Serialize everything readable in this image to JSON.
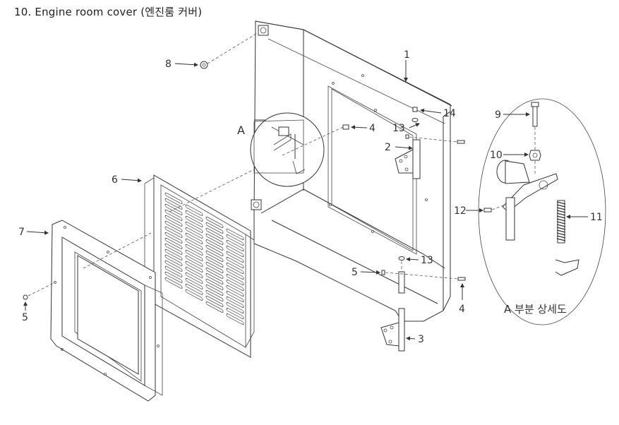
{
  "title": "10. Engine room cover (엔진룸 커버)",
  "detail_marker": "A",
  "detail_caption": "A 부분 상세도",
  "callouts": {
    "c1": "1",
    "c2": "2",
    "c3": "3",
    "c4a": "4",
    "c4b": "4",
    "c5a": "5",
    "c5b": "5",
    "c6": "6",
    "c7": "7",
    "c8": "8",
    "c9": "9",
    "c10": "10",
    "c11": "11",
    "c12": "12",
    "c13a": "13",
    "c13b": "13",
    "c14": "14"
  }
}
